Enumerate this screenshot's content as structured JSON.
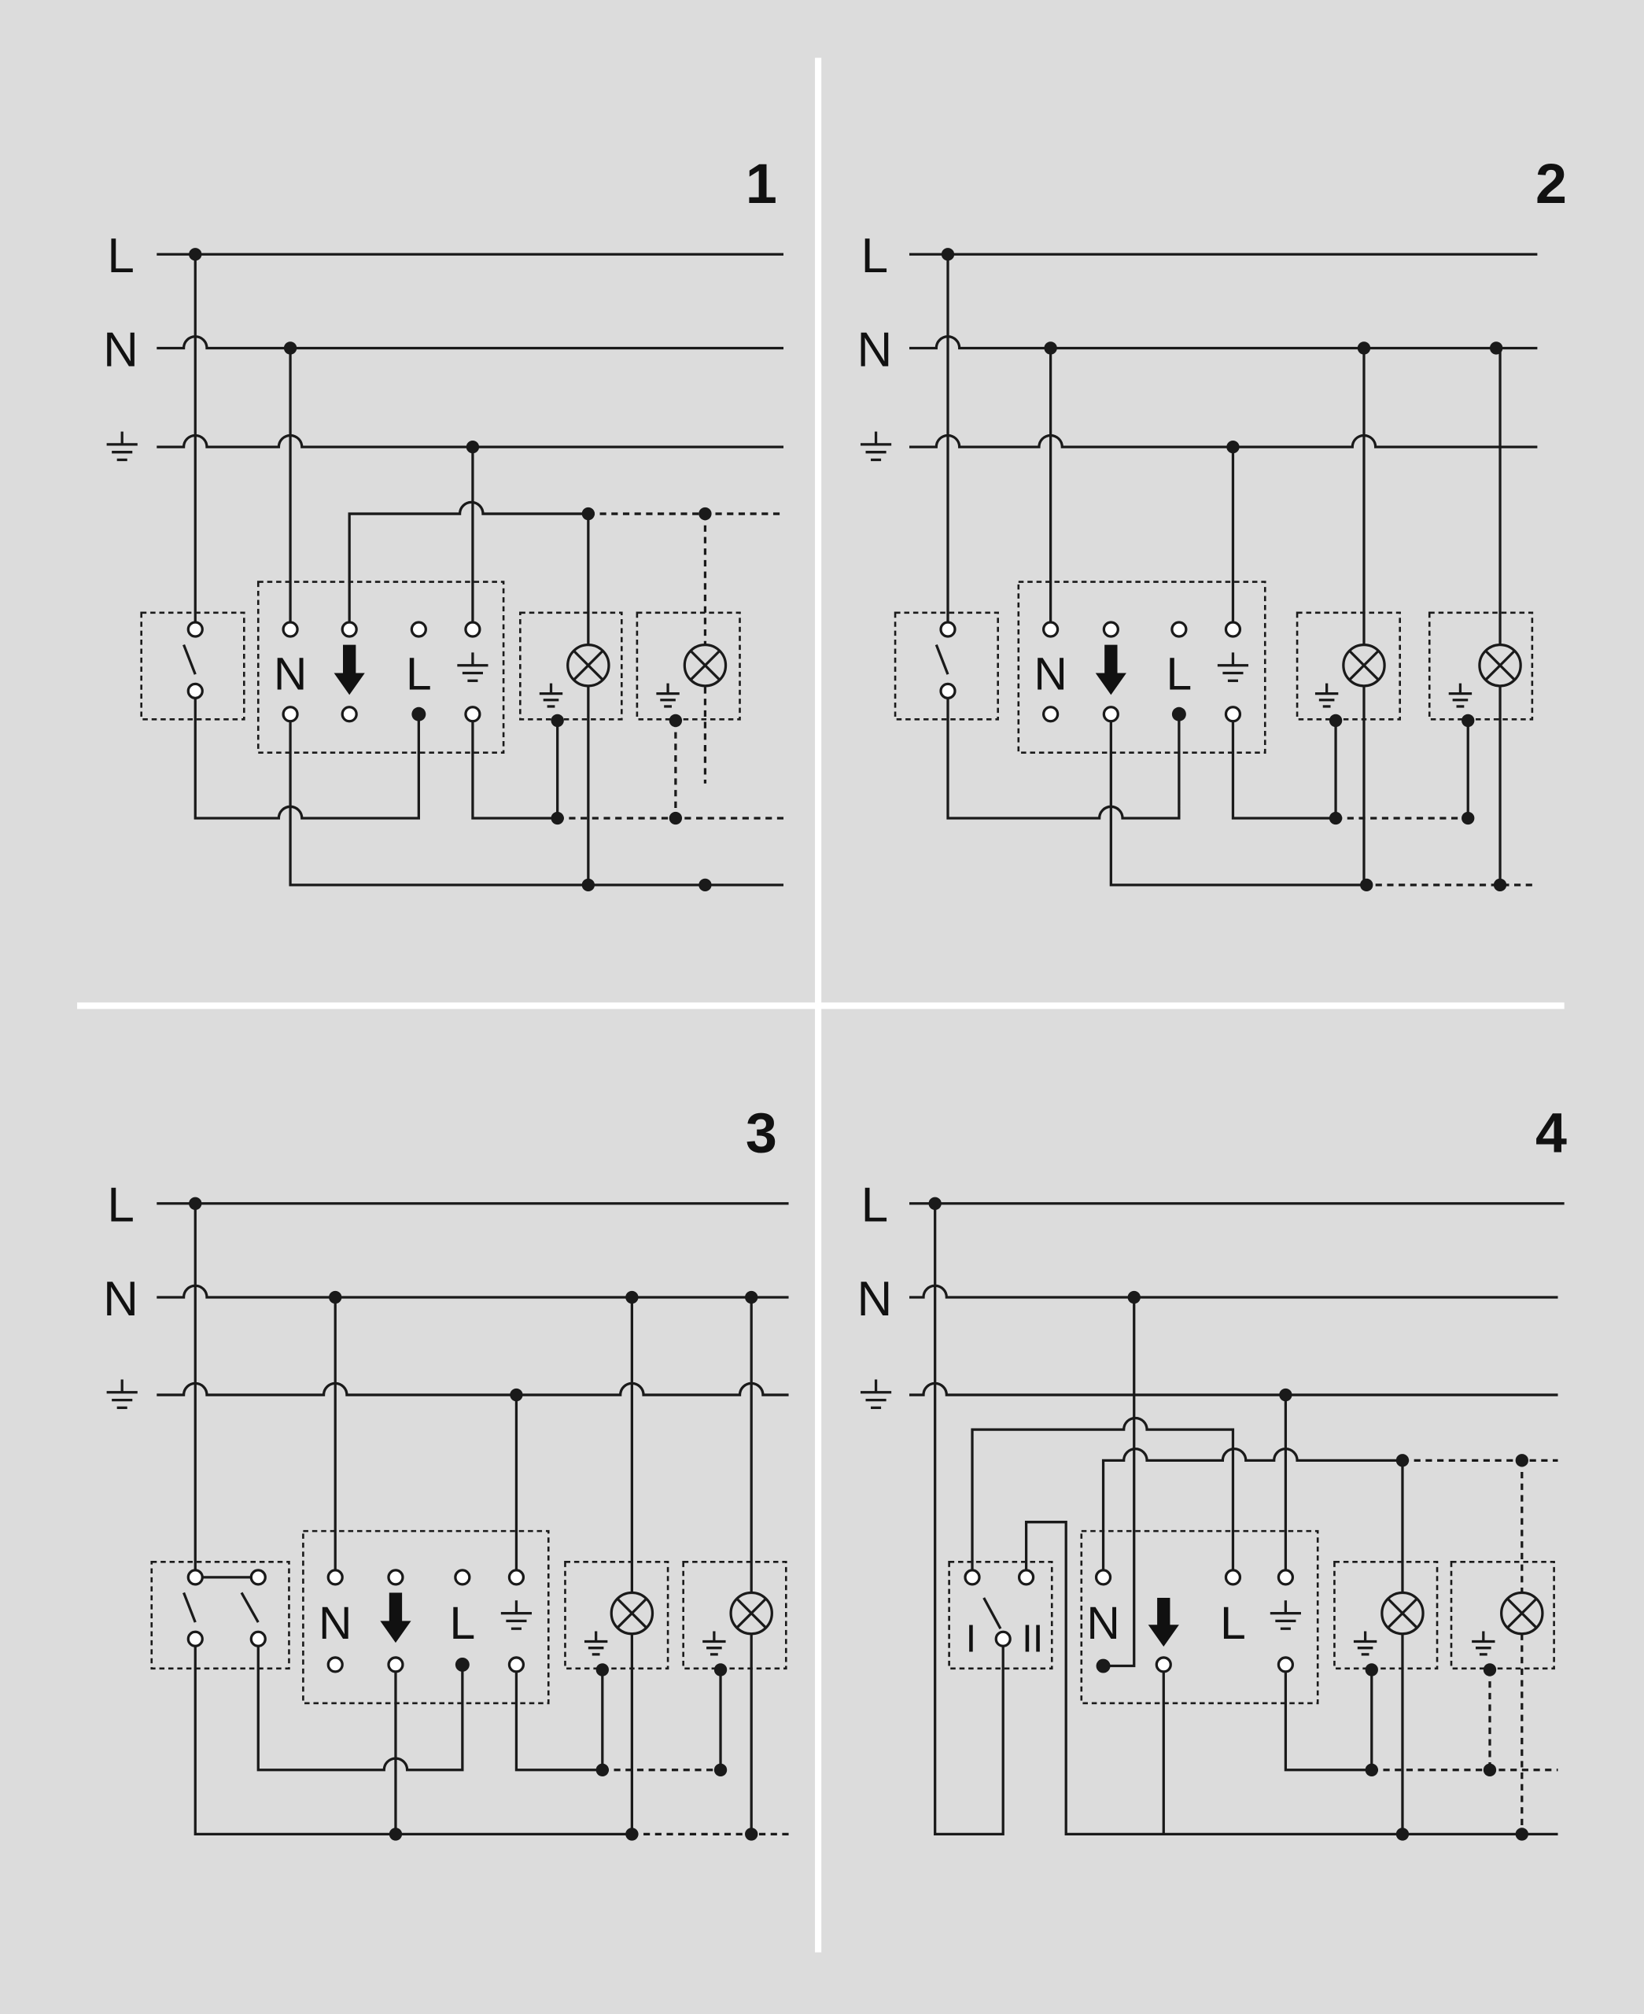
{
  "colors": {
    "background": "#dcdcdc",
    "line": "#1a1a1a",
    "divider": "#ffffff"
  },
  "labels": {
    "line": "L",
    "neutral": "N",
    "term_n": "N",
    "term_l": "L",
    "switch_pos_1": "I",
    "switch_pos_2": "II"
  },
  "panels": [
    {
      "number": "1"
    },
    {
      "number": "2"
    },
    {
      "number": "3"
    },
    {
      "number": "4"
    }
  ],
  "icons": [
    "ground-symbol-icon",
    "lamp-icon",
    "down-arrow-icon",
    "switch-icon",
    "terminal-dot-icon"
  ]
}
